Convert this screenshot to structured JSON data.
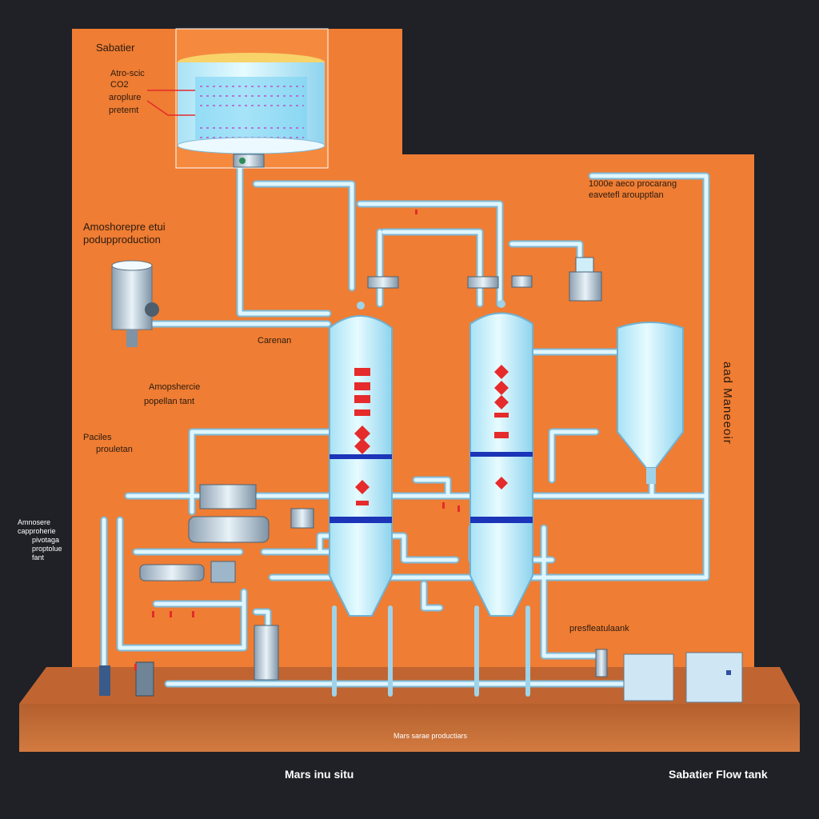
{
  "labels": {
    "title": "Sabatier",
    "top_note": [
      "Atro-scic",
      "CO2",
      "aroplure",
      "pretemt"
    ],
    "right_top_note": [
      "1000e aeco procarang",
      "eavetefl aroupptlan"
    ],
    "left_note_1": [
      "Amoshorepre etui",
      "podupproduction"
    ],
    "carenan": "Carenan",
    "left_note_2": [
      "Amopshercie",
      "popellan tant"
    ],
    "left_note_3": [
      "Paciles",
      "prouletan"
    ],
    "left_edge_note": [
      "Amnosere",
      "capproherie",
      "pivotaga",
      "proptolue",
      "fant"
    ],
    "vertical_right": "aad Maneeoir",
    "right_bottom_note": "presfleatulaank",
    "ground_text": "Mars sarae productiars",
    "caption_left": "Mars inu situ",
    "caption_right": "Sabatier Flow tank"
  },
  "colors": {
    "background": "#1f2127",
    "panel": "#ef7d33",
    "ground": "#c9703b",
    "pipe": "#cfeefa",
    "pipe_edge": "#7fb9d6",
    "tank_fill": "#bfeefc",
    "accent_red": "#e52b2b",
    "accent_blue": "#1b34b8"
  }
}
